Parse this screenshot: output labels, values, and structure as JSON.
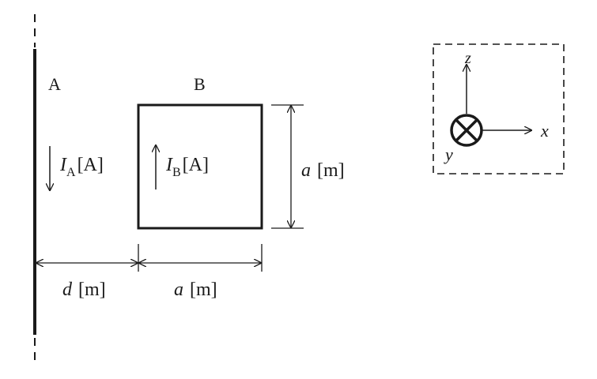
{
  "wire": {
    "label": "A",
    "current_symbol": "I",
    "current_subscript": "A",
    "current_unit": "[A]"
  },
  "loop": {
    "label": "B",
    "current_symbol": "I",
    "current_subscript": "B",
    "current_unit": "[A]"
  },
  "dimensions": {
    "side_symbol": "a",
    "distance_symbol": "d",
    "unit": "[m]"
  },
  "axes": {
    "x_label": "x",
    "y_label": "y",
    "z_label": "z"
  }
}
